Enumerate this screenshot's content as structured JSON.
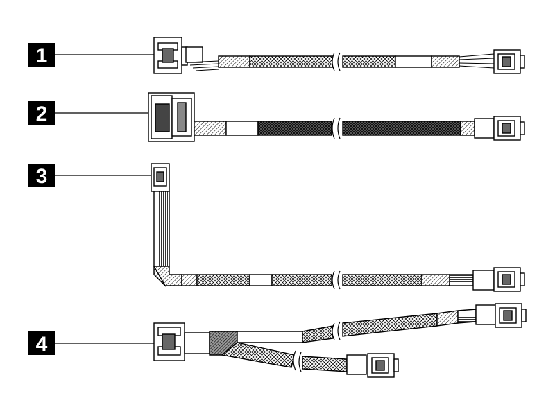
{
  "diagram": {
    "callouts": [
      {
        "label": "1",
        "part": "cable-1"
      },
      {
        "label": "2",
        "part": "cable-2"
      },
      {
        "label": "3",
        "part": "cable-3"
      },
      {
        "label": "4",
        "part": "cable-4"
      }
    ],
    "colors": {
      "line": "#000000",
      "callout_bg": "#000000",
      "callout_text": "#ffffff",
      "connector_fill": "#ffffff",
      "dark_fill": "#555555",
      "light_fill": "#ffffff"
    }
  }
}
